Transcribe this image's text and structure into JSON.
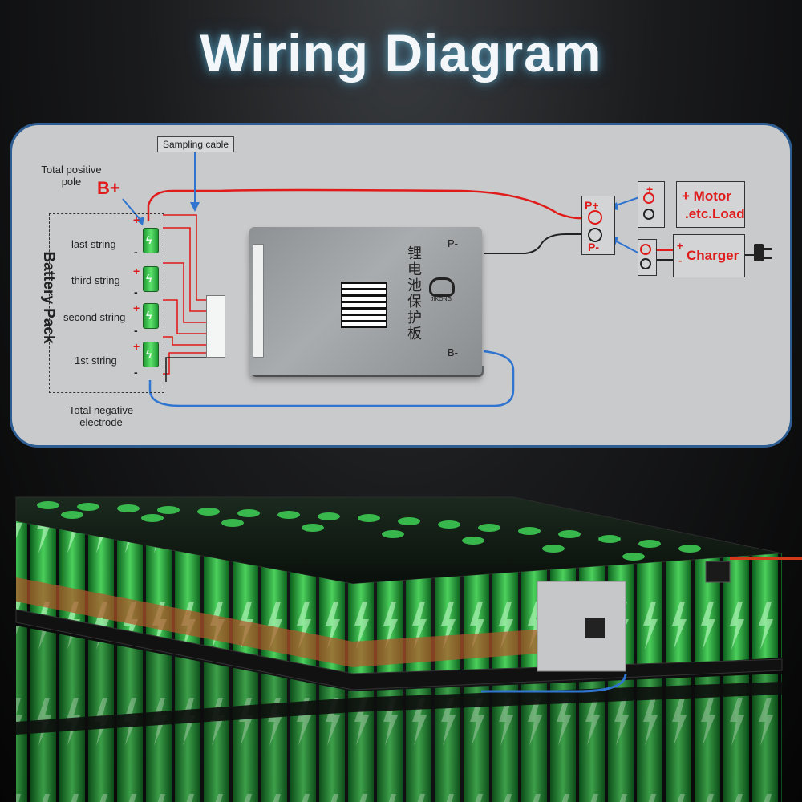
{
  "title": "Wiring Diagram",
  "diagram": {
    "sampling_cable": "Sampling cable",
    "total_positive_pole": "Total positive pole",
    "b_plus": "B+",
    "battery_pack": "Battery Pack",
    "strings": [
      "last string",
      "third string",
      "second string",
      "1st string"
    ],
    "total_negative_electrode": "Total negative electrode",
    "board": {
      "p_minus": "P-",
      "b_minus": "B-",
      "chinese_label": "锂电池保护板",
      "brand": "JIKONG"
    },
    "p_plus_port": "P+",
    "p_minus_port": "P-",
    "motor_load": "Motor .etc.Load",
    "motor_line1": "Motor",
    "motor_line2": ".etc.Load",
    "charger": "Charger",
    "plus": "+",
    "minus": "-"
  },
  "colors": {
    "positive_wire": "#e01b1b",
    "negative_wire": "#2f74d0",
    "panel_border": "#2d5d92",
    "cell_green": "#3ccf4e"
  }
}
